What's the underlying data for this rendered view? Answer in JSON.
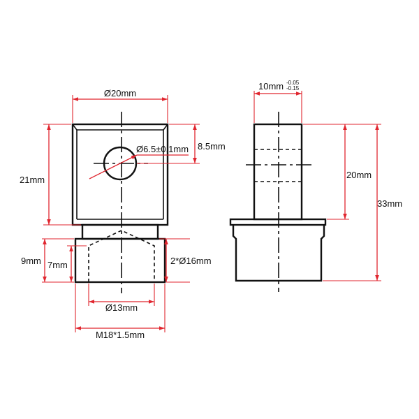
{
  "labels": {
    "top_width": "Ø20mm",
    "hole_dia": "Ø6.5±0.1mm",
    "hole_offset": "8.5mm",
    "body_height": "21mm",
    "total_lower": "9mm",
    "thread_len": "7mm",
    "flat_dia": "2*Ø16mm",
    "bore_dia": "Ø13mm",
    "thread": "M18*1.5mm",
    "side_width": "10mm",
    "side_tol_upper": "-0.05",
    "side_tol_lower": "-0.15",
    "side_height": "20mm",
    "side_total": "33mm"
  },
  "colors": {
    "outline": "#111111",
    "dimension": "#e0262f",
    "background": "#ffffff"
  }
}
